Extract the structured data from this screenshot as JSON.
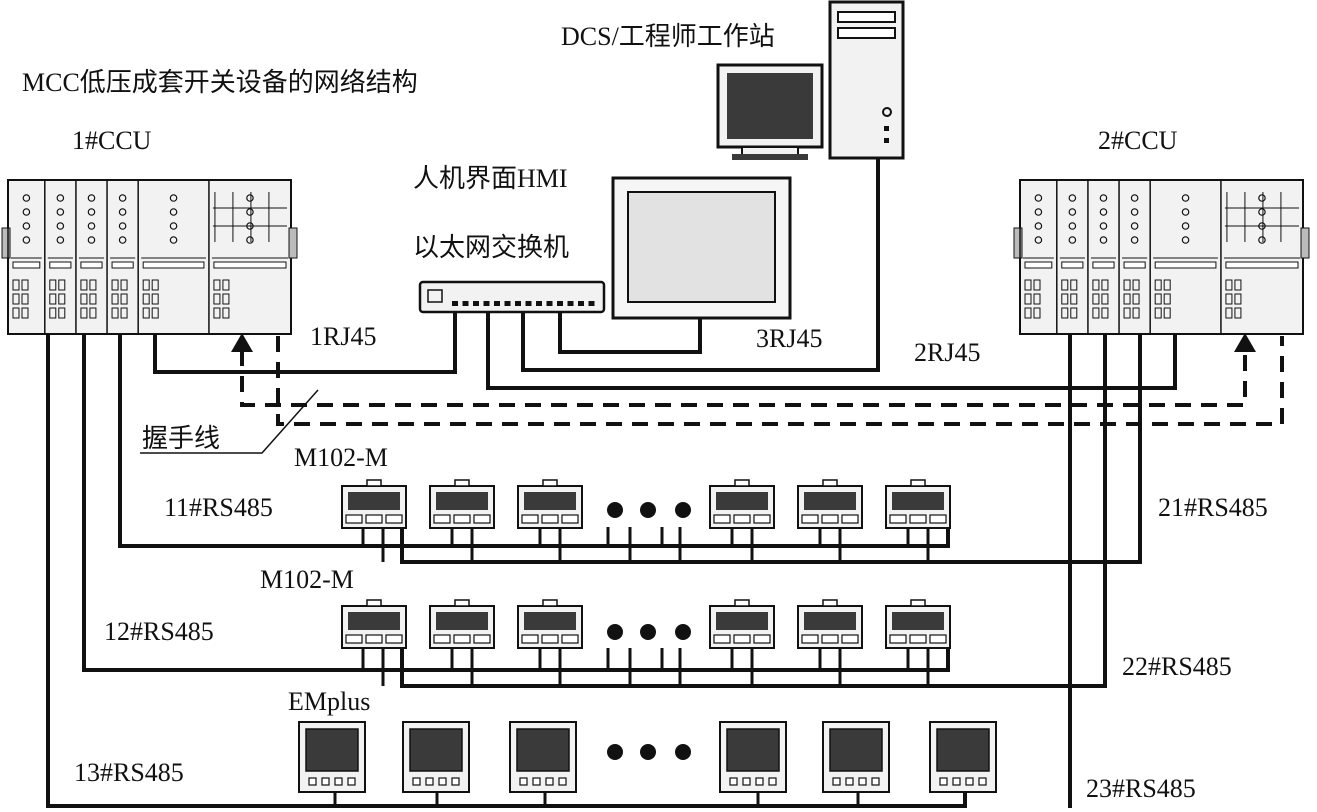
{
  "title": "MCC低压成套开关设备的网络结构",
  "workstation_label": "DCS/工程师工作站",
  "hmi_label": "人机界面HMI",
  "switch_label": "以太网交换机",
  "ccu1_label": "1#CCU",
  "ccu2_label": "2#CCU",
  "rj45_1": "1RJ45",
  "rj45_2": "2RJ45",
  "rj45_3": "3RJ45",
  "handshake_label": "握手线",
  "bus_rows": [
    {
      "device": "M102-M",
      "left_bus": "11#RS485",
      "right_bus": "21#RS485"
    },
    {
      "device": "M102-M",
      "left_bus": "12#RS485",
      "right_bus": "22#RS485"
    },
    {
      "device": "EMplus",
      "left_bus": "13#RS485",
      "right_bus": "23#RS485"
    }
  ],
  "colors": {
    "line": "#111111",
    "device_fill": "#f2f2f2",
    "screen_dark": "#3a3a3a",
    "screen_light": "#e2e2e2"
  }
}
